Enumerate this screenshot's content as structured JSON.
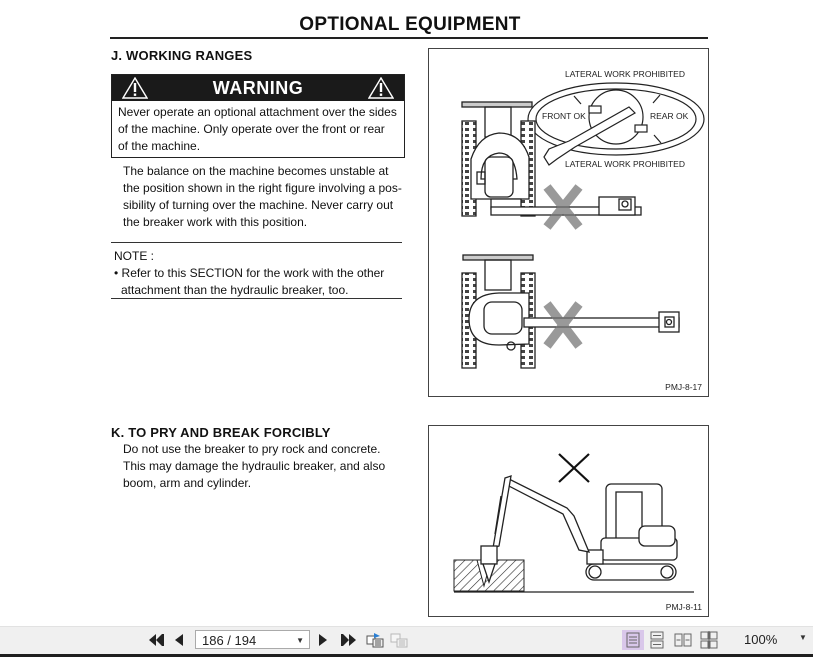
{
  "document": {
    "page_title": "OPTIONAL EQUIPMENT",
    "section_j": {
      "heading": "J. WORKING RANGES",
      "warning": {
        "label": "WARNING",
        "lines": [
          "Never operate an optional attachment over the sides",
          "of the machine.  Only operate over the front or rear",
          "of the machine."
        ]
      },
      "body_lines": [
        "The balance on the machine becomes unstable at",
        "the position shown in the right figure involving a pos-",
        "sibility of turning over the machine.  Never carry out",
        "the breaker work with this position."
      ],
      "note": {
        "label": "NOTE :",
        "lines": [
          "• Refer to this SECTION for the work with the other",
          "attachment than the hydraulic breaker, too."
        ]
      },
      "figure": {
        "labels": {
          "lateral_top": "LATERAL WORK PROHIBITED",
          "front_ok": "FRONT OK",
          "rear_ok": "REAR OK",
          "lateral_bottom": "LATERAL WORK PROHIBITED"
        },
        "code": "PMJ-8-17"
      }
    },
    "section_k": {
      "heading": "K. TO PRY AND BREAK FORCIBLY",
      "body_lines": [
        "Do not use the breaker to pry rock and concrete.",
        "This may damage the hydraulic breaker, and also",
        "boom, arm and cylinder."
      ],
      "figure": {
        "code": "PMJ-8-11"
      }
    }
  },
  "toolbar": {
    "first_page_icon": "first-page-icon",
    "prev_page_icon": "prev-page-icon",
    "page_display": "186 / 194",
    "current_page": 186,
    "total_pages": 194,
    "next_page_icon": "next-page-icon",
    "last_page_icon": "last-page-icon",
    "zoom": "100%",
    "view_modes": [
      "single-page",
      "continuous",
      "facing",
      "continuous-facing"
    ],
    "active_view_mode": "single-page",
    "colors": {
      "toolbar_bg": "#f0f0f0",
      "active_view_bg": "#d9c7ea"
    }
  }
}
